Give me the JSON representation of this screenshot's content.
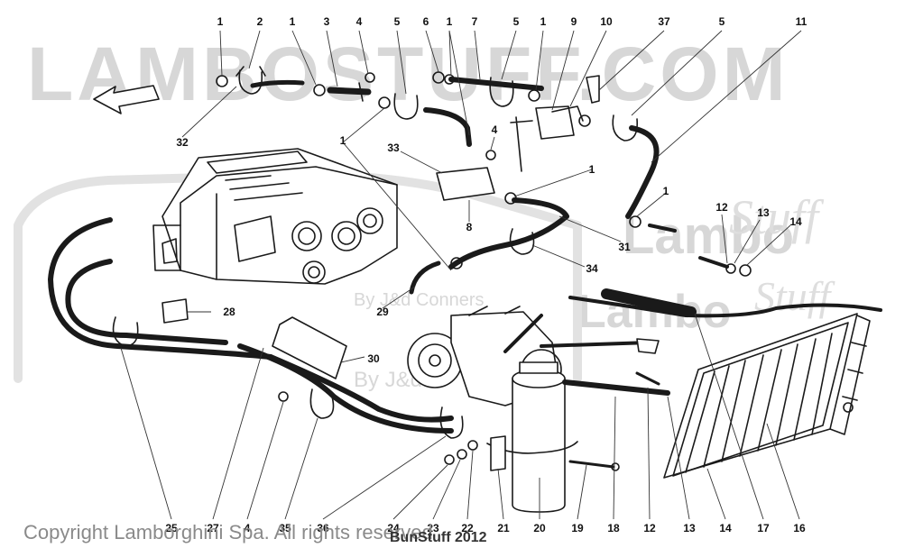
{
  "watermark": {
    "main": "LAMBOSTUFF.COM",
    "side1": "Lambo",
    "side2": "Stuff",
    "side3": "By J&d Conners",
    "side4": "Lambo",
    "side5": "Stuff",
    "side6": "By J&d"
  },
  "footer": {
    "copyright": "Copyright  Lamborghini Spa.  All rights reserved",
    "credit": "BunStuff 2012"
  },
  "callouts": {
    "top": [
      "1",
      "2",
      "1",
      "3",
      "4",
      "5",
      "6",
      "1",
      "7",
      "5",
      "1",
      "9",
      "10",
      "37",
      "5",
      "11"
    ],
    "mid": [
      "32",
      "1",
      "33",
      "4",
      "1",
      "8",
      "1",
      "12",
      "13",
      "14",
      "31",
      "34",
      "29",
      "28",
      "30"
    ],
    "bottom": [
      "25",
      "27",
      "4",
      "35",
      "36",
      "24",
      "23",
      "22",
      "21",
      "20",
      "19",
      "18",
      "12",
      "13",
      "14",
      "17",
      "16"
    ]
  },
  "colors": {
    "line": "#1a1a1a",
    "watermark": "#d7d7d7"
  }
}
